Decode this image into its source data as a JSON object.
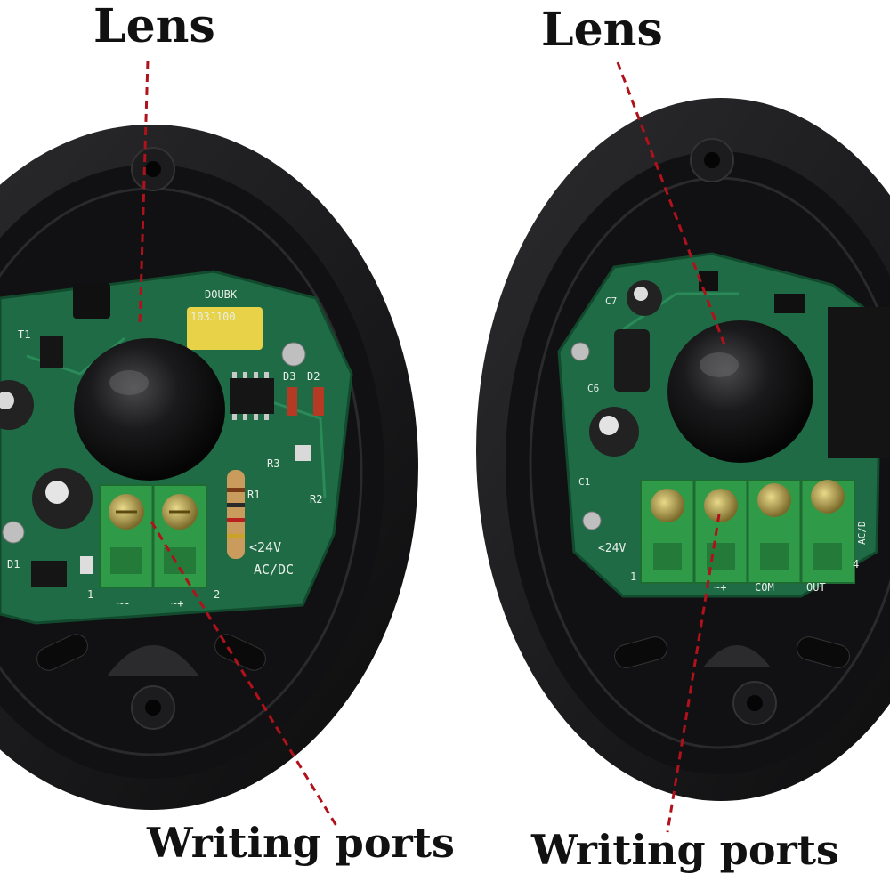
{
  "labels": {
    "lens_left": "Lens",
    "lens_right": "Lens",
    "ports_left": "Writing ports",
    "ports_right": "Writing ports"
  },
  "left_board": {
    "capacitor_marking": "103J100",
    "board_text_top": "DOUBK",
    "component_labels": [
      "T1",
      "D3",
      "D2",
      "R3",
      "R2",
      "R1",
      "D1"
    ],
    "voltage": "<24V",
    "supply": "AC/DC",
    "terminal_marks": [
      "1",
      "~-",
      "~+",
      "2"
    ]
  },
  "right_board": {
    "component_labels": [
      "C7",
      "C6",
      "C1"
    ],
    "voltage": "<24V",
    "terminal_marks": [
      "1",
      "~+",
      "COM",
      "OUT",
      "4"
    ],
    "side_text": "AC/D"
  },
  "colors": {
    "annotation_line": "#b0121b",
    "housing": "#1b1b1d",
    "pcb": "#1f6b45",
    "terminal_block": "#2f9a48"
  }
}
